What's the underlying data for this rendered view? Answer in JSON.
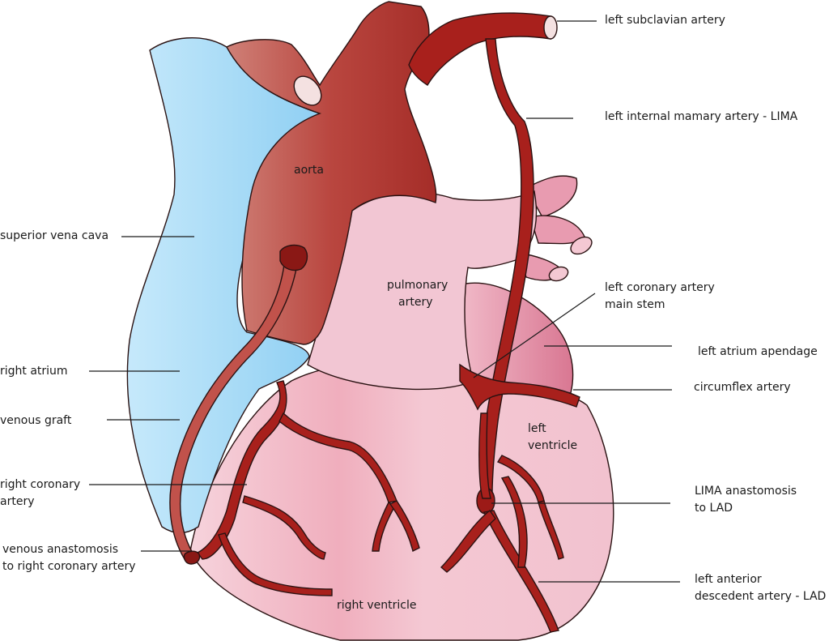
{
  "labels": {
    "left_subclavian": "left subclavian artery",
    "lima": "left internal mamary artery - LIMA",
    "superior_vena_cava": "superior vena cava",
    "aorta": "aorta",
    "pulmonary_artery_1": "pulmonary",
    "pulmonary_artery_2": "artery",
    "left_coronary_1": "left coronary artery",
    "left_coronary_2": "main stem",
    "left_atrium_apendage": "left atrium apendage",
    "circumflex": "circumflex artery",
    "right_atrium": "right atrium",
    "venous_graft": "venous graft",
    "left_ventricle_1": "left",
    "left_ventricle_2": "ventricle",
    "right_coronary_1": "right coronary",
    "right_coronary_2": "artery",
    "lima_anastomosis_1": "LIMA anastomosis",
    "lima_anastomosis_2": "to LAD",
    "venous_anastomosis_1": "venous anastomosis",
    "venous_anastomosis_2": "to right coronary artery",
    "lad_1": "left anterior",
    "lad_2": "descedent artery - LAD",
    "right_ventricle": "right ventricle"
  },
  "colors": {
    "vena_cava": "#a9dcf7",
    "vena_cava_shade": "#8ccdf2",
    "aorta": "#b33a35",
    "aorta_light": "#c9716b",
    "artery": "#a8201c",
    "pulmonary": "#f2c6d3",
    "ventricle": "#f3c7d3",
    "ventricle_shade": "#eea5b5",
    "atrium_apendage": "#e38fa8",
    "outline": "#2a1212"
  }
}
